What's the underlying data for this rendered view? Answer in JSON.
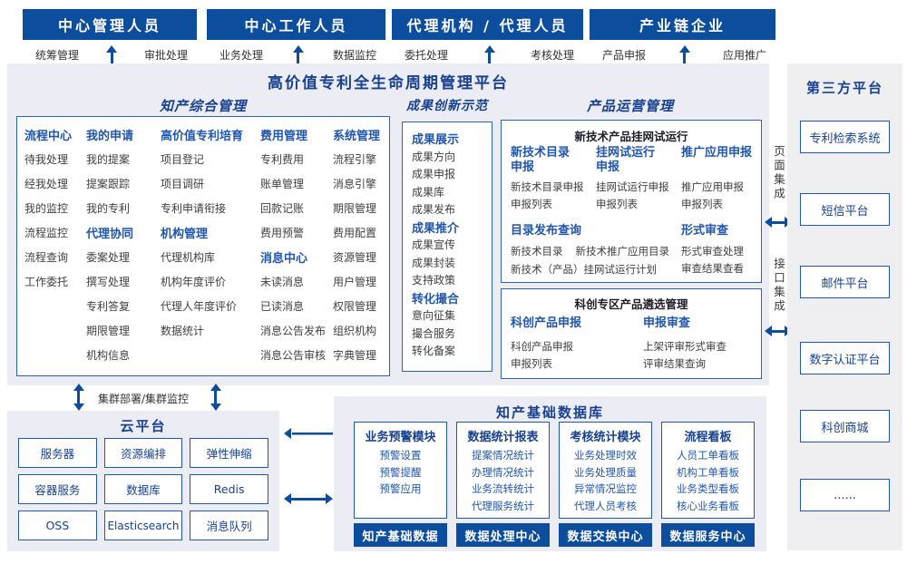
{
  "colors": {
    "primary": "#0d4d9e",
    "navy": "#17418f",
    "heading": "#2156ae",
    "ink": "#3f3f3f",
    "border": "#2f62b5",
    "bg_panel": "#ecedf4",
    "bg_sidebar": "#efeff2",
    "white": "#ffffff"
  },
  "top_groups": [
    {
      "title": "中心管理人员",
      "left": "统筹管理",
      "right": "审批处理"
    },
    {
      "title": "中心工作人员",
      "left": "业务处理",
      "right": "数据监控"
    },
    {
      "title": "代理机构 / 代理人员",
      "left": "委托处理",
      "right": "考核处理"
    },
    {
      "title": "产业链企业",
      "left": "产品申报",
      "right": "应用推广"
    }
  ],
  "platform": {
    "title": "高价值专利全生命周期管理平台",
    "ipm": {
      "title": "知产综合管理",
      "columns": [
        [
          {
            "k": "h",
            "v": "流程中心"
          },
          {
            "k": "i",
            "v": "待我处理"
          },
          {
            "k": "i",
            "v": "经我处理"
          },
          {
            "k": "i",
            "v": "我的监控"
          },
          {
            "k": "i",
            "v": "流程监控"
          },
          {
            "k": "i",
            "v": "流程查询"
          },
          {
            "k": "i",
            "v": "工作委托"
          }
        ],
        [
          {
            "k": "h",
            "v": "我的申请"
          },
          {
            "k": "i",
            "v": "我的提案"
          },
          {
            "k": "i",
            "v": "提案跟踪"
          },
          {
            "k": "i",
            "v": "我的专利"
          },
          {
            "k": "h",
            "v": "代理协同"
          },
          {
            "k": "i",
            "v": "委案处理"
          },
          {
            "k": "i",
            "v": "撰写处理"
          },
          {
            "k": "i",
            "v": "专利答复"
          },
          {
            "k": "i",
            "v": "期限管理"
          },
          {
            "k": "i",
            "v": "机构信息"
          }
        ],
        [
          {
            "k": "h",
            "v": "高价值专利培育"
          },
          {
            "k": "i",
            "v": "项目登记"
          },
          {
            "k": "i",
            "v": "项目调研"
          },
          {
            "k": "i",
            "v": "专利申请衔接"
          },
          {
            "k": "h",
            "v": "机构管理"
          },
          {
            "k": "i",
            "v": "代理机构库"
          },
          {
            "k": "i",
            "v": "机构年度评价"
          },
          {
            "k": "i",
            "v": "代理人年度评价"
          },
          {
            "k": "i",
            "v": "数据统计"
          }
        ],
        [
          {
            "k": "h",
            "v": "费用管理"
          },
          {
            "k": "i",
            "v": "专利费用"
          },
          {
            "k": "i",
            "v": "账单管理"
          },
          {
            "k": "i",
            "v": "回款记账"
          },
          {
            "k": "i",
            "v": "费用预警"
          },
          {
            "k": "h",
            "v": "消息中心"
          },
          {
            "k": "i",
            "v": "未读消息"
          },
          {
            "k": "i",
            "v": "已读消息"
          },
          {
            "k": "i",
            "v": "消息公告发布"
          },
          {
            "k": "i",
            "v": "消息公告审核"
          }
        ],
        [
          {
            "k": "h",
            "v": "系统管理"
          },
          {
            "k": "i",
            "v": "流程引擎"
          },
          {
            "k": "i",
            "v": "消息引擎"
          },
          {
            "k": "i",
            "v": "期限管理"
          },
          {
            "k": "i",
            "v": "费用配置"
          },
          {
            "k": "i",
            "v": "资源管理"
          },
          {
            "k": "i",
            "v": "用户管理"
          },
          {
            "k": "i",
            "v": "权限管理"
          },
          {
            "k": "i",
            "v": "组织机构"
          },
          {
            "k": "i",
            "v": "字典管理"
          }
        ]
      ]
    },
    "achievement": {
      "title": "成果创新示范",
      "column": [
        {
          "k": "h",
          "v": "成果展示"
        },
        {
          "k": "i",
          "v": "成果方向"
        },
        {
          "k": "i",
          "v": "成果申报"
        },
        {
          "k": "i",
          "v": "成果库"
        },
        {
          "k": "i",
          "v": "成果发布"
        },
        {
          "k": "h",
          "v": "成果推介"
        },
        {
          "k": "i",
          "v": "成果宣传"
        },
        {
          "k": "i",
          "v": "成果封装"
        },
        {
          "k": "i",
          "v": "支持政策"
        },
        {
          "k": "h",
          "v": "转化撮合"
        },
        {
          "k": "i",
          "v": "意向征集"
        },
        {
          "k": "i",
          "v": "撮合服务"
        },
        {
          "k": "i",
          "v": "转化备案"
        }
      ]
    },
    "product_ops": {
      "title": "产品运营管理",
      "hang_online": {
        "title": "新技术产品挂网试运行",
        "apply_cols": [
          {
            "head": "新技术目录\n申报",
            "items": [
              "新技术目录申报",
              "申报列表"
            ]
          },
          {
            "head": "挂网试运行\n申报",
            "items": [
              "挂网试运行申报",
              "申报列表"
            ]
          },
          {
            "head": "推广应用申报",
            "items": [
              "推广应用申报",
              "申报列表"
            ]
          }
        ],
        "catalog_query": {
          "head": "目录发布查询",
          "items": [
            "新技术目录",
            "新技术推广应用目录",
            "新技术（产品）挂网试运行计划"
          ]
        },
        "formal_review": {
          "head": "形式审查",
          "items": [
            "形式审查处理",
            "审查结果查看"
          ]
        }
      },
      "selection": {
        "title": "科创专区产品遴选管理",
        "cols": [
          {
            "head": "科创产品申报",
            "items": [
              "科创产品申报",
              "申报列表"
            ]
          },
          {
            "head": "申报审查",
            "items": [
              "上架评审形式审查",
              "评审结果查询"
            ]
          }
        ]
      }
    }
  },
  "integration": {
    "page": "页面集成",
    "api": "接口集成"
  },
  "third_party": {
    "title": "第三方平台",
    "items": [
      "专利检索系统",
      "短信平台",
      "邮件平台",
      "数字认证平台",
      "科创商城",
      "......"
    ]
  },
  "cluster_label": "集群部署/集群监控",
  "cloud": {
    "title": "云平台",
    "items": [
      "服务器",
      "资源编排",
      "弹性伸缩",
      "容器服务",
      "数据库",
      "Redis",
      "OSS",
      "Elasticsearch",
      "消息队列"
    ]
  },
  "database": {
    "title": "知产基础数据库",
    "modules": [
      {
        "head": "业务预警模块",
        "items": [
          "预警设置",
          "预警提醒",
          "预警应用"
        ]
      },
      {
        "head": "数据统计报表",
        "items": [
          "提案情况统计",
          "办理情况统计",
          "业务流转统计",
          "代理服务统计"
        ]
      },
      {
        "head": "考核统计模块",
        "items": [
          "业务处理时效",
          "业务处理质量",
          "异常情况监控",
          "代理人员考核"
        ]
      },
      {
        "head": "流程看板",
        "items": [
          "人员工单看板",
          "机构工单看板",
          "业务类型看板",
          "核心业务看板"
        ]
      }
    ],
    "bottom": [
      "知产基础数据",
      "数据处理中心",
      "数据交换中心",
      "数据服务中心"
    ]
  }
}
